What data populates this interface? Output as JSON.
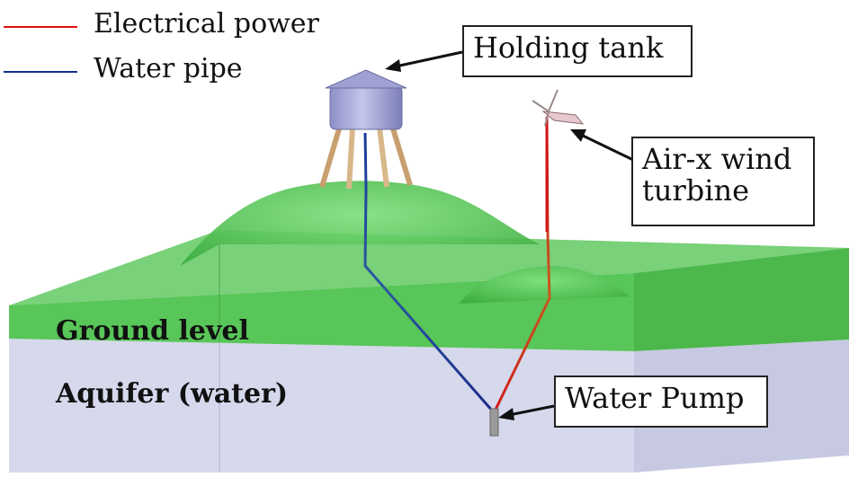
{
  "legend": {
    "items": [
      {
        "label": "Electrical power",
        "color": "#e01010"
      },
      {
        "label": "Water pipe",
        "color": "#103090"
      }
    ]
  },
  "callouts": {
    "holding_tank": "Holding tank",
    "wind_turbine_line1": "Air-x wind",
    "wind_turbine_line2": "turbine",
    "water_pump": "Water Pump"
  },
  "layers": {
    "ground_level": "Ground level",
    "aquifer": "Aquifer (water)"
  },
  "colors": {
    "ground": "#5ccc5c",
    "aquifer": "#d6d8ec",
    "tank": "#a9abd6",
    "tank_legs": "#d8b88a",
    "electrical": "#e01010",
    "water": "#103090"
  }
}
